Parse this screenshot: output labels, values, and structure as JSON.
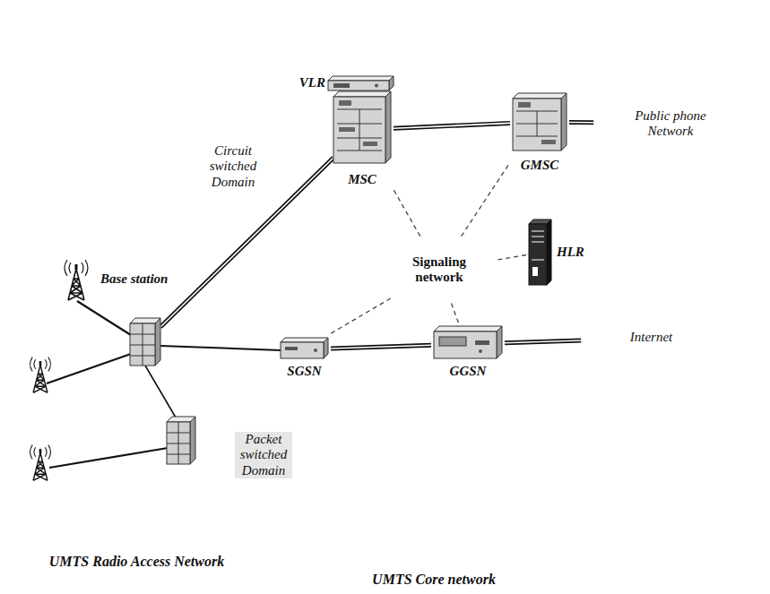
{
  "diagram": {
    "nodes": [
      {
        "text": [
          "UMTS Core network"
        ]
      },
      {
        "text": [
          "VLR"
        ],
        "in": 0
      },
      {
        "text": [
          "MSC"
        ],
        "in": 0
      },
      {
        "text": [
          "GMSC"
        ],
        "in": 0
      },
      {
        "text": [
          "Signaling network"
        ],
        "in": 0
      },
      {
        "text": [
          "HLR"
        ],
        "in": 0
      },
      {
        "text": [
          "SGSN"
        ],
        "in": 0
      },
      {
        "text": [
          "GGSN"
        ],
        "in": 0
      },
      {
        "text": [
          "Public phone Network"
        ]
      },
      {
        "text": [
          "Internet"
        ]
      },
      {
        "text": [
          "UMTS Radio Access Network"
        ]
      },
      {
        "text": [
          "Base station"
        ],
        "in": 10
      }
    ],
    "edges": [
      {
        "from": 2,
        "to": 3,
        "arrow": "none"
      },
      {
        "from": 3,
        "to": 8,
        "arrow": "none"
      },
      {
        "from": 6,
        "to": 7,
        "arrow": "none"
      },
      {
        "from": 7,
        "to": 9,
        "arrow": "none"
      },
      {
        "from": 4,
        "to": 2,
        "arrow": "none"
      },
      {
        "from": 4,
        "to": 3,
        "arrow": "none"
      },
      {
        "from": 4,
        "to": 5,
        "arrow": "none"
      },
      {
        "from": 4,
        "to": 6,
        "arrow": "none"
      },
      {
        "from": 4,
        "to": 7,
        "arrow": "none"
      }
    ],
    "labels": [
      "Circuit switched Domain",
      "Packet switched Domain"
    ]
  }
}
